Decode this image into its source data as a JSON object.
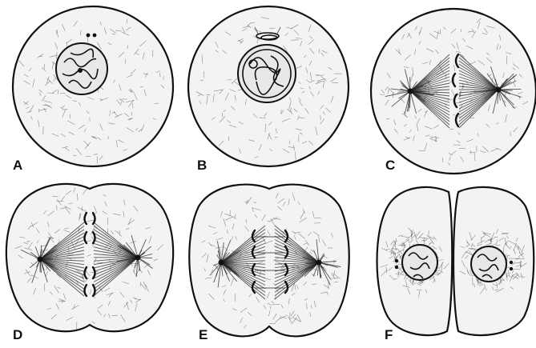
{
  "figure": {
    "panels": [
      {
        "label": "A"
      },
      {
        "label": "B"
      },
      {
        "label": "C"
      },
      {
        "label": "D"
      },
      {
        "label": "E"
      },
      {
        "label": "F"
      }
    ]
  },
  "colors": {
    "ink": "#111111",
    "cytoplasm": "#f3f3f3",
    "background": "#ffffff"
  }
}
